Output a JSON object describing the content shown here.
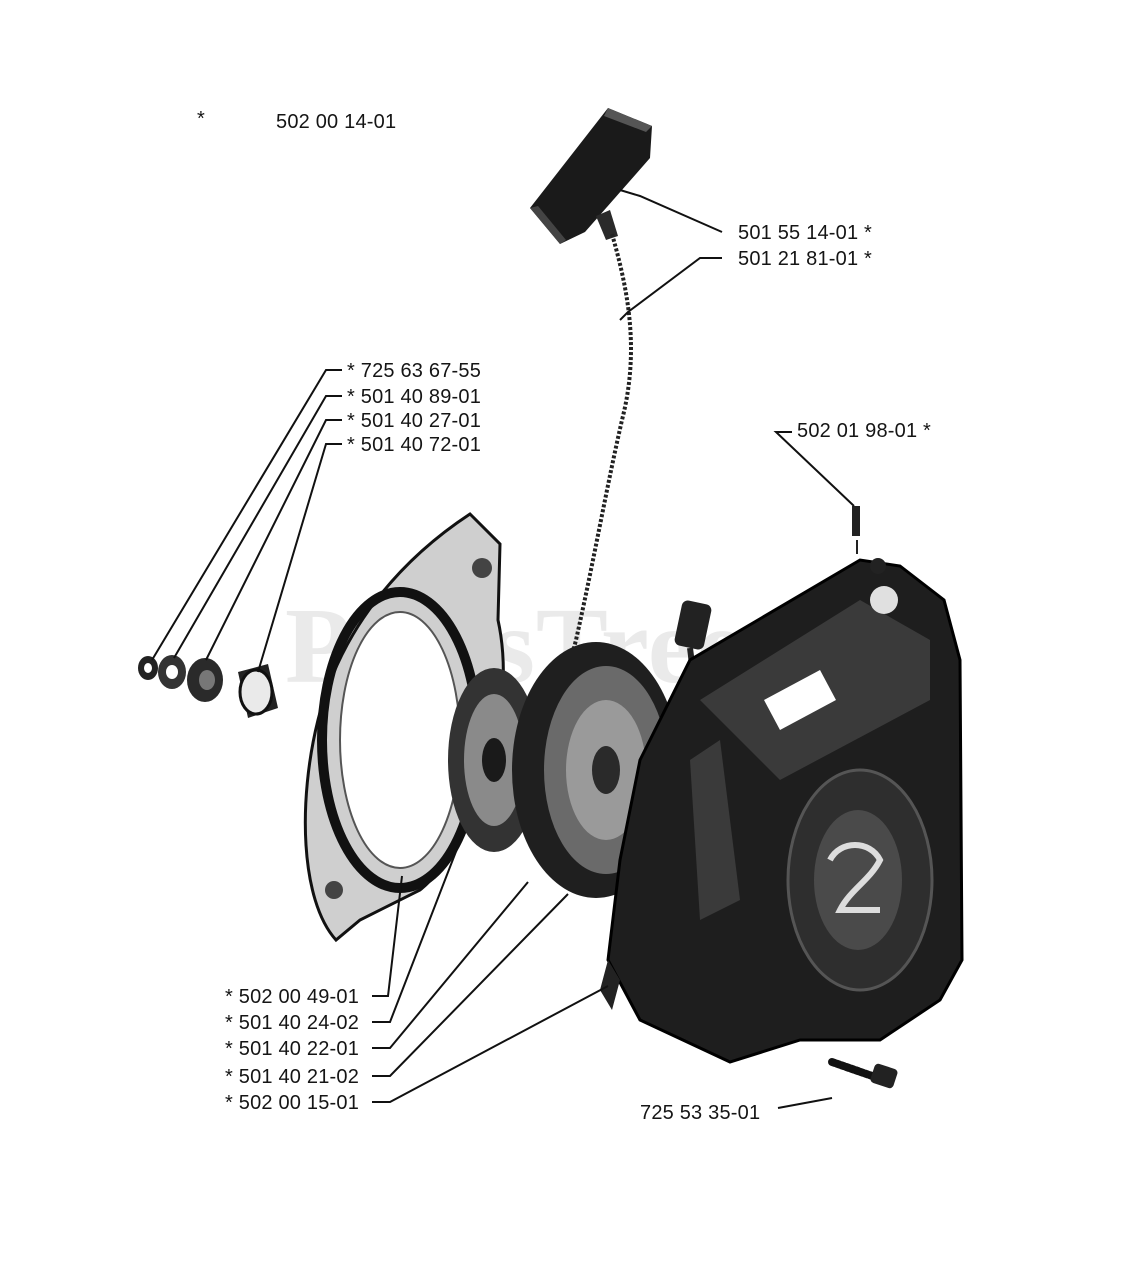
{
  "watermark": "PartsTree",
  "labels": {
    "top_star": "*",
    "top_part": "502 00 14-01",
    "p_501551401": "501 55 14-01  *",
    "p_501218101": "501 21 81-01  *",
    "p_725636755": "*  725 63 67-55",
    "p_501408901": "*  501 40 89-01",
    "p_501402701": "*  501 40 27-01",
    "p_501407201": "*  501 40 72-01",
    "p_502019801": "502 01 98-01  *",
    "p_502004901": "*  502 00 49-01",
    "p_501402402": "*  501 40 24-02",
    "p_501402201": "*  501 40 22-01",
    "p_501402102": "*  501 40 21-02",
    "p_502001501": "*  502 00 15-01",
    "p_725533501": "725 53 35-01"
  }
}
